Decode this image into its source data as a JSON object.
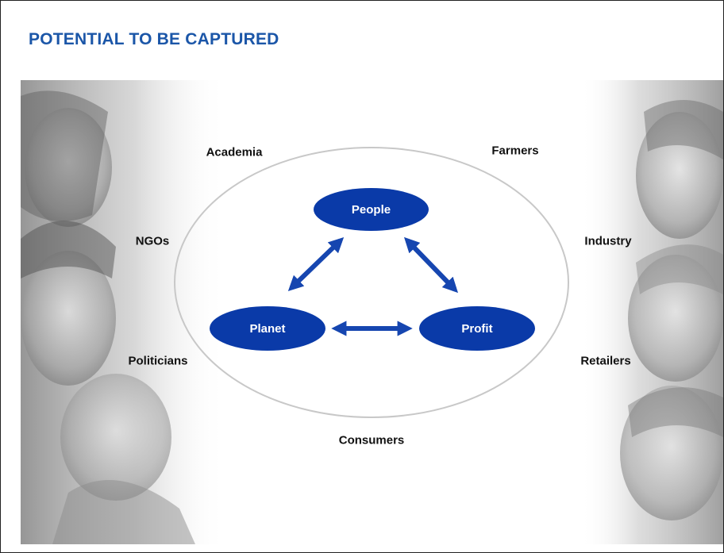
{
  "slide": {
    "title": "POTENTIAL TO BE CAPTURED"
  },
  "diagram": {
    "core": {
      "people": "People",
      "planet": "Planet",
      "profit": "Profit"
    },
    "stakeholders": {
      "academia": "Academia",
      "farmers": "Farmers",
      "ngos": "NGOs",
      "industry": "Industry",
      "politicians": "Politicians",
      "retailers": "Retailers",
      "consumers": "Consumers"
    }
  },
  "colors": {
    "title": "#1b56a8",
    "node_fill": "#0a3aa8",
    "arrow": "#1646b0",
    "ring": "#c8c8c8"
  }
}
